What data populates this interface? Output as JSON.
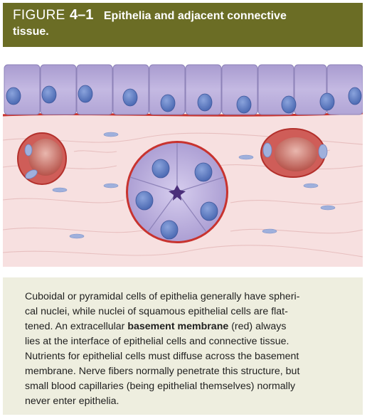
{
  "header": {
    "label": "FIGURE",
    "number": "4–1",
    "title_line1": "Epithelia and adjacent connective",
    "title_line2": "tissue."
  },
  "caption": {
    "text_1": "Cuboidal or pyramidal cells of epithelia generally have spheri-",
    "text_2": "cal nuclei, while nuclei of squamous epithelial cells are flat-",
    "text_3a": "tened. An extracellular ",
    "text_3b": "basement membrane",
    "text_3c": " (red) always",
    "text_4": "lies at the interface of epithelial cells and connective tissue.",
    "text_5": "Nutrients for epithelial cells must diffuse across the basement",
    "text_6": "membrane. Nerve fibers normally penetrate this structure, but",
    "text_7": "small blood capillaries (being epithelial themselves) normally",
    "text_8": "never enter epithelia."
  },
  "colors": {
    "header_bg": "#6b6d25",
    "caption_bg": "#eeeedf",
    "cell_fill": "#b8acd6",
    "nucleus_fill": "#5f7ec4",
    "basement_membrane": "#c8332f",
    "connective_tissue": "#f6dede"
  }
}
